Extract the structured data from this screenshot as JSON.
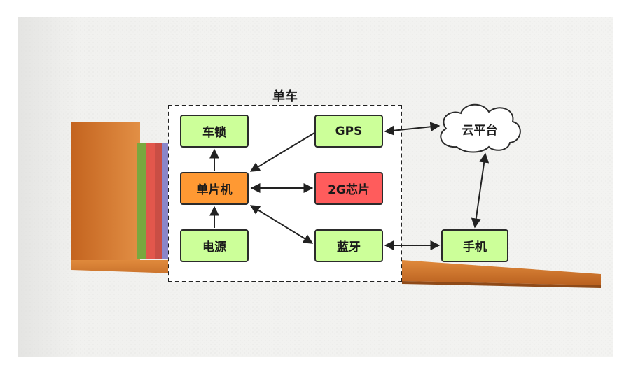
{
  "diagram": {
    "boundary_title": "单车",
    "nodes": {
      "lock": "车锁",
      "gps": "GPS",
      "mcu": "单片机",
      "chip2g": "2G芯片",
      "power": "电源",
      "bluetooth": "蓝牙",
      "cloud": "云平台",
      "phone": "手机"
    },
    "colors": {
      "component_fill": "#ccff99",
      "mcu_fill": "#ff9933",
      "chip_fill": "#ff5c5c",
      "border": "#2b2b2b",
      "arrow": "#222222"
    },
    "edges": [
      {
        "from": "mcu",
        "to": "lock",
        "direction": "forward"
      },
      {
        "from": "gps",
        "to": "mcu",
        "direction": "forward"
      },
      {
        "from": "mcu",
        "to": "chip2g",
        "direction": "both"
      },
      {
        "from": "power",
        "to": "mcu",
        "direction": "forward"
      },
      {
        "from": "mcu",
        "to": "bluetooth",
        "direction": "both"
      },
      {
        "from": "gps",
        "to": "cloud",
        "direction": "both"
      },
      {
        "from": "bluetooth",
        "to": "phone",
        "direction": "both"
      },
      {
        "from": "cloud",
        "to": "phone",
        "direction": "both"
      }
    ]
  }
}
